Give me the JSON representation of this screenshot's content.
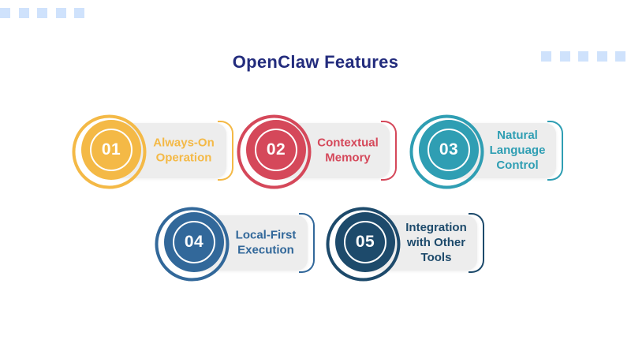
{
  "title": {
    "text": "OpenClaw Features",
    "color": "#232C7D"
  },
  "decor": {
    "square_color": "#CFE2FC",
    "top_left_count": 5,
    "top_right_count": 5
  },
  "features": [
    {
      "num": "01",
      "lines": [
        "Always-On",
        "Operation"
      ],
      "color": "#F4B946"
    },
    {
      "num": "02",
      "lines": [
        "Contextual",
        "Memory"
      ],
      "color": "#D5485A"
    },
    {
      "num": "03",
      "lines": [
        "Natural",
        "Language",
        "Control"
      ],
      "color": "#2F9EB3"
    },
    {
      "num": "04",
      "lines": [
        "Local-First",
        "Execution"
      ],
      "color": "#32689A"
    },
    {
      "num": "05",
      "lines": [
        "Integration",
        "with Other",
        "Tools"
      ],
      "color": "#1D4A6B"
    }
  ]
}
